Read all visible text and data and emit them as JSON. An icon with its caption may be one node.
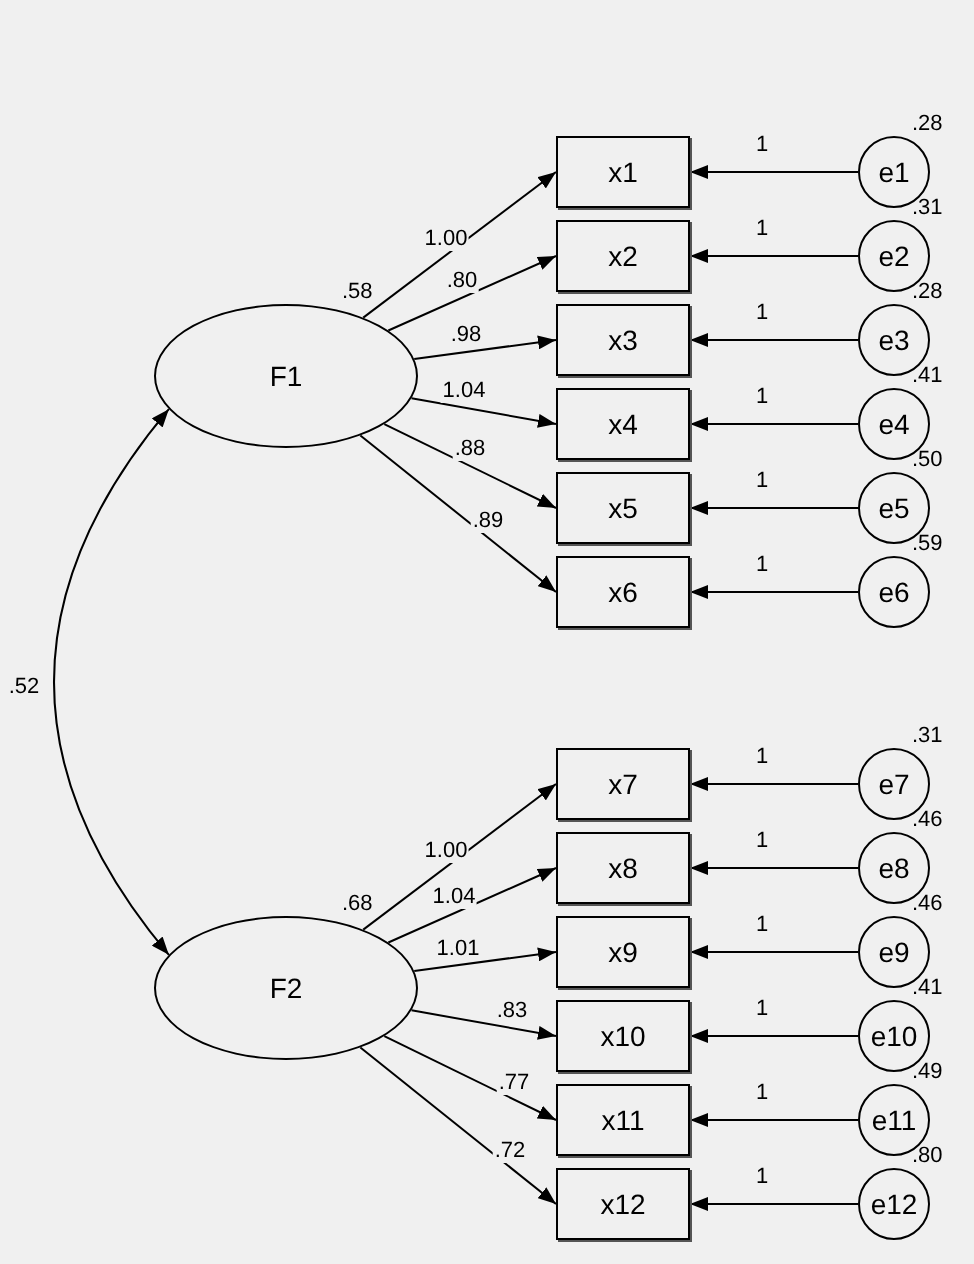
{
  "diagram": {
    "nodes": [
      {
        "text": [
          "F1"
        ],
        "beside": [
          ".58"
        ]
      },
      {
        "text": [
          "x1"
        ]
      },
      {
        "text": [
          "x2"
        ]
      },
      {
        "text": [
          "x3"
        ]
      },
      {
        "text": [
          "x4"
        ]
      },
      {
        "text": [
          "x5"
        ]
      },
      {
        "text": [
          "x6"
        ]
      },
      {
        "text": [
          "e1"
        ],
        "beside": [
          ".28"
        ]
      },
      {
        "text": [
          "e2"
        ],
        "beside": [
          ".31"
        ]
      },
      {
        "text": [
          "e3"
        ],
        "beside": [
          ".28"
        ]
      },
      {
        "text": [
          "e4"
        ],
        "beside": [
          ".41"
        ]
      },
      {
        "text": [
          "e5"
        ],
        "beside": [
          ".50"
        ]
      },
      {
        "text": [
          "e6"
        ],
        "beside": [
          ".59"
        ]
      },
      {
        "text": [
          "F2"
        ],
        "beside": [
          ".68"
        ]
      },
      {
        "text": [
          "x7"
        ]
      },
      {
        "text": [
          "x8"
        ]
      },
      {
        "text": [
          "x9"
        ]
      },
      {
        "text": [
          "x10"
        ]
      },
      {
        "text": [
          "x11"
        ]
      },
      {
        "text": [
          "x12"
        ]
      },
      {
        "text": [
          "e7"
        ],
        "beside": [
          ".31"
        ]
      },
      {
        "text": [
          "e8"
        ],
        "beside": [
          ".46"
        ]
      },
      {
        "text": [
          "e9"
        ],
        "beside": [
          ".46"
        ]
      },
      {
        "text": [
          "e10"
        ],
        "beside": [
          ".41"
        ]
      },
      {
        "text": [
          "e11"
        ],
        "beside": [
          ".49"
        ]
      },
      {
        "text": [
          "e12"
        ],
        "beside": [
          ".80"
        ]
      }
    ],
    "edges": [
      {
        "from": 0,
        "to": 13,
        "arrow": "both",
        "label": ".52"
      },
      {
        "from": 0,
        "to": 1,
        "arrow": "to",
        "label": "1.00"
      },
      {
        "from": 0,
        "to": 2,
        "arrow": "to",
        "label": ".80"
      },
      {
        "from": 0,
        "to": 3,
        "arrow": "to",
        "label": ".98"
      },
      {
        "from": 0,
        "to": 4,
        "arrow": "to",
        "label": "1.04"
      },
      {
        "from": 0,
        "to": 5,
        "arrow": "to",
        "label": ".88"
      },
      {
        "from": 0,
        "to": 6,
        "arrow": "to",
        "label": ".89"
      },
      {
        "from": 7,
        "to": 1,
        "arrow": "to",
        "label": "1"
      },
      {
        "from": 8,
        "to": 2,
        "arrow": "to",
        "label": "1"
      },
      {
        "from": 9,
        "to": 3,
        "arrow": "to",
        "label": "1"
      },
      {
        "from": 10,
        "to": 4,
        "arrow": "to",
        "label": "1"
      },
      {
        "from": 11,
        "to": 5,
        "arrow": "to",
        "label": "1"
      },
      {
        "from": 12,
        "to": 6,
        "arrow": "to",
        "label": "1"
      },
      {
        "from": 13,
        "to": 14,
        "arrow": "to",
        "label": "1.00"
      },
      {
        "from": 13,
        "to": 15,
        "arrow": "to",
        "label": "1.04"
      },
      {
        "from": 13,
        "to": 16,
        "arrow": "to",
        "label": "1.01"
      },
      {
        "from": 13,
        "to": 17,
        "arrow": "to",
        "label": ".83"
      },
      {
        "from": 13,
        "to": 18,
        "arrow": "to",
        "label": ".77"
      },
      {
        "from": 13,
        "to": 19,
        "arrow": "to",
        "label": ".72"
      },
      {
        "from": 20,
        "to": 14,
        "arrow": "to",
        "label": "1"
      },
      {
        "from": 21,
        "to": 15,
        "arrow": "to",
        "label": "1"
      },
      {
        "from": 22,
        "to": 16,
        "arrow": "to",
        "label": "1"
      },
      {
        "from": 23,
        "to": 17,
        "arrow": "to",
        "label": "1"
      },
      {
        "from": 24,
        "to": 18,
        "arrow": "to",
        "label": "1"
      },
      {
        "from": 25,
        "to": 19,
        "arrow": "to",
        "label": "1"
      }
    ]
  }
}
